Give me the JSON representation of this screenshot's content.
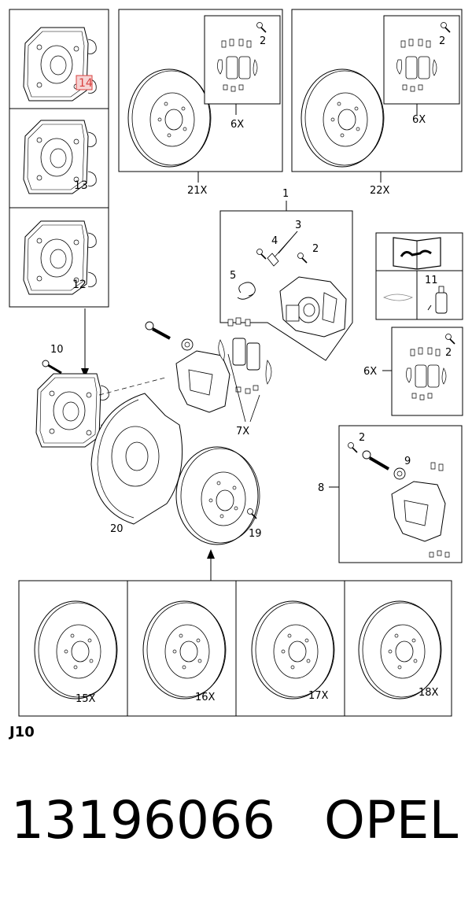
{
  "diagram": {
    "section_code": "J10",
    "callouts": {
      "c1": "1",
      "c2a": "2",
      "c2b": "2",
      "c2c": "2",
      "c2d": "2",
      "c2e": "2",
      "c3": "3",
      "c4": "4",
      "c5": "5",
      "c6a": "6X",
      "c6b": "6X",
      "c6c": "6X",
      "c7": "7X",
      "c8": "8",
      "c9": "9",
      "c10": "10",
      "c11": "11",
      "c12": "12",
      "c13": "13",
      "c14": "14",
      "c15": "15X",
      "c16": "16X",
      "c17": "17X",
      "c18": "18X",
      "c19": "19",
      "c20": "20",
      "c21": "21X",
      "c22": "22X"
    }
  },
  "part": {
    "number": "13196066",
    "brand": "OPEL"
  },
  "colors": {
    "line": "#000000",
    "highlight": "#d9403f",
    "highlight_fill": "#f6d3d3"
  }
}
